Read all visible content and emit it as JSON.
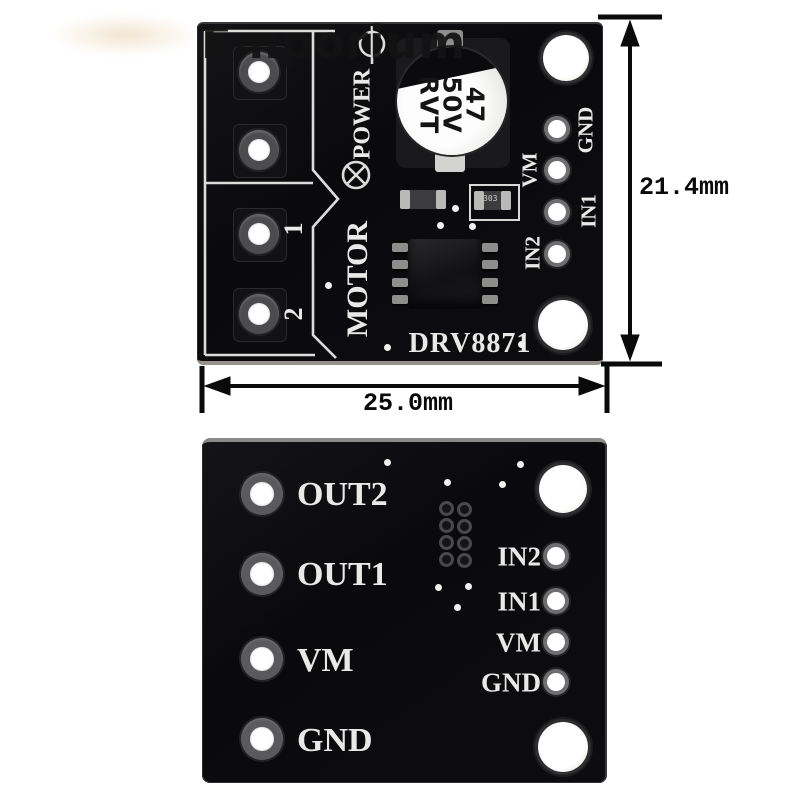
{
  "watermark": {
    "text": "Emporium"
  },
  "annotations": {
    "height_label": "21.4mm",
    "width_label": "25.0mm"
  },
  "front_board": {
    "silk": {
      "power_label": "POWER",
      "motor_label": "MOTOR",
      "motor_pin1": "1",
      "motor_pin2": "2",
      "chip_label": "DRV8871",
      "pin_gnd": "GND",
      "pin_vm": "VM",
      "pin_in1": "IN1",
      "pin_in2": "IN2"
    },
    "capacitor": {
      "lines": [
        "47",
        "50V",
        "RVT"
      ]
    },
    "resistor_marking": "303"
  },
  "back_board": {
    "left_pads": [
      "OUT2",
      "OUT1",
      "VM",
      "GND"
    ],
    "right_pins": [
      "IN2",
      "IN1",
      "VM",
      "GND"
    ]
  },
  "colors": {
    "pcb_black": "#0b0b0d",
    "silkscreen_white": "#e9e9e7",
    "dimension_black": "#0a0a0a",
    "capacitor_body": "#f2f2f0",
    "background": "#ffffff"
  }
}
